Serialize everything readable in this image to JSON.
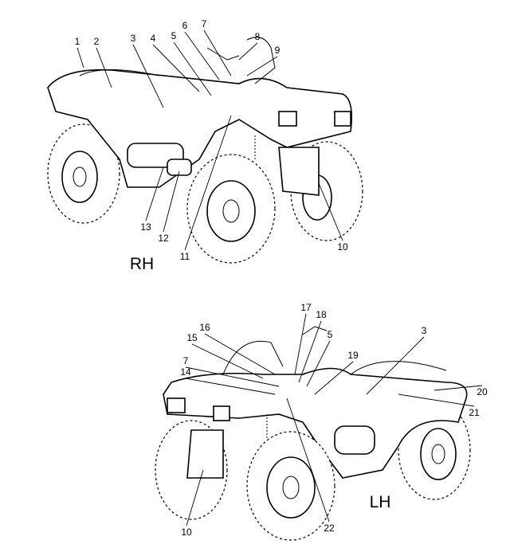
{
  "views": {
    "rh": {
      "side_label": "RH",
      "callouts": [
        "1",
        "2",
        "3",
        "4",
        "5",
        "6",
        "7",
        "8",
        "9",
        "13",
        "12",
        "11",
        "10"
      ]
    },
    "lh": {
      "side_label": "LH",
      "callouts": [
        "17",
        "18",
        "16",
        "15",
        "5",
        "19",
        "3",
        "7",
        "14",
        "20",
        "21",
        "10",
        "22"
      ]
    }
  }
}
